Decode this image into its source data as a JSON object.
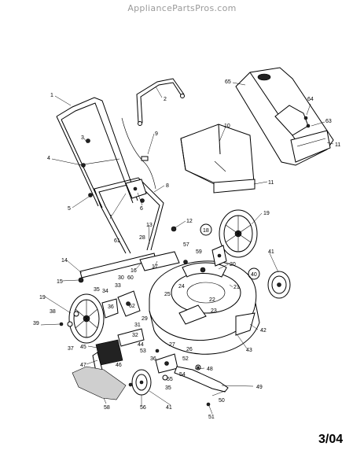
{
  "watermark": "AppliancePartsPros.com",
  "date_code": "3/04",
  "callouts": [
    {
      "id": "1",
      "label": "1"
    },
    {
      "id": "2",
      "label": "2"
    },
    {
      "id": "3",
      "label": "3"
    },
    {
      "id": "4",
      "label": "4"
    },
    {
      "id": "5",
      "label": "5"
    },
    {
      "id": "6",
      "label": "6"
    },
    {
      "id": "7",
      "label": "7"
    },
    {
      "id": "8",
      "label": "8"
    },
    {
      "id": "9",
      "label": "9"
    },
    {
      "id": "10",
      "label": "10"
    },
    {
      "id": "11a",
      "label": "11"
    },
    {
      "id": "11b",
      "label": "11"
    },
    {
      "id": "12",
      "label": "12"
    },
    {
      "id": "13",
      "label": "13"
    },
    {
      "id": "14",
      "label": "14"
    },
    {
      "id": "15",
      "label": "15"
    },
    {
      "id": "16",
      "label": "16"
    },
    {
      "id": "17",
      "label": "17"
    },
    {
      "id": "18",
      "label": "18"
    },
    {
      "id": "19a",
      "label": "19"
    },
    {
      "id": "19b",
      "label": "19"
    },
    {
      "id": "20",
      "label": "20"
    },
    {
      "id": "21",
      "label": "21"
    },
    {
      "id": "22",
      "label": "22"
    },
    {
      "id": "23",
      "label": "23"
    },
    {
      "id": "24",
      "label": "24"
    },
    {
      "id": "25",
      "label": "25"
    },
    {
      "id": "26",
      "label": "26"
    },
    {
      "id": "27",
      "label": "27"
    },
    {
      "id": "28",
      "label": "28"
    },
    {
      "id": "29",
      "label": "29"
    },
    {
      "id": "30",
      "label": "30"
    },
    {
      "id": "31",
      "label": "31"
    },
    {
      "id": "32",
      "label": "32"
    },
    {
      "id": "33",
      "label": "33"
    },
    {
      "id": "34",
      "label": "34"
    },
    {
      "id": "35a",
      "label": "35"
    },
    {
      "id": "35b",
      "label": "35"
    },
    {
      "id": "36a",
      "label": "36"
    },
    {
      "id": "36b",
      "label": "36"
    },
    {
      "id": "37",
      "label": "37"
    },
    {
      "id": "38",
      "label": "38"
    },
    {
      "id": "39",
      "label": "39"
    },
    {
      "id": "40",
      "label": "40"
    },
    {
      "id": "41a",
      "label": "41"
    },
    {
      "id": "41b",
      "label": "41"
    },
    {
      "id": "42",
      "label": "42"
    },
    {
      "id": "43",
      "label": "43"
    },
    {
      "id": "44",
      "label": "44"
    },
    {
      "id": "45",
      "label": "45"
    },
    {
      "id": "46",
      "label": "46"
    },
    {
      "id": "47",
      "label": "47"
    },
    {
      "id": "48",
      "label": "48"
    },
    {
      "id": "49",
      "label": "49"
    },
    {
      "id": "50",
      "label": "50"
    },
    {
      "id": "51",
      "label": "51"
    },
    {
      "id": "52",
      "label": "52"
    },
    {
      "id": "53",
      "label": "53"
    },
    {
      "id": "54",
      "label": "54"
    },
    {
      "id": "55",
      "label": "55"
    },
    {
      "id": "56",
      "label": "56"
    },
    {
      "id": "57",
      "label": "57"
    },
    {
      "id": "58",
      "label": "58"
    },
    {
      "id": "59",
      "label": "59"
    },
    {
      "id": "60",
      "label": "60"
    },
    {
      "id": "61",
      "label": "61"
    },
    {
      "id": "62",
      "label": "62"
    },
    {
      "id": "63",
      "label": "63"
    },
    {
      "id": "64",
      "label": "64"
    },
    {
      "id": "65",
      "label": "65"
    }
  ]
}
